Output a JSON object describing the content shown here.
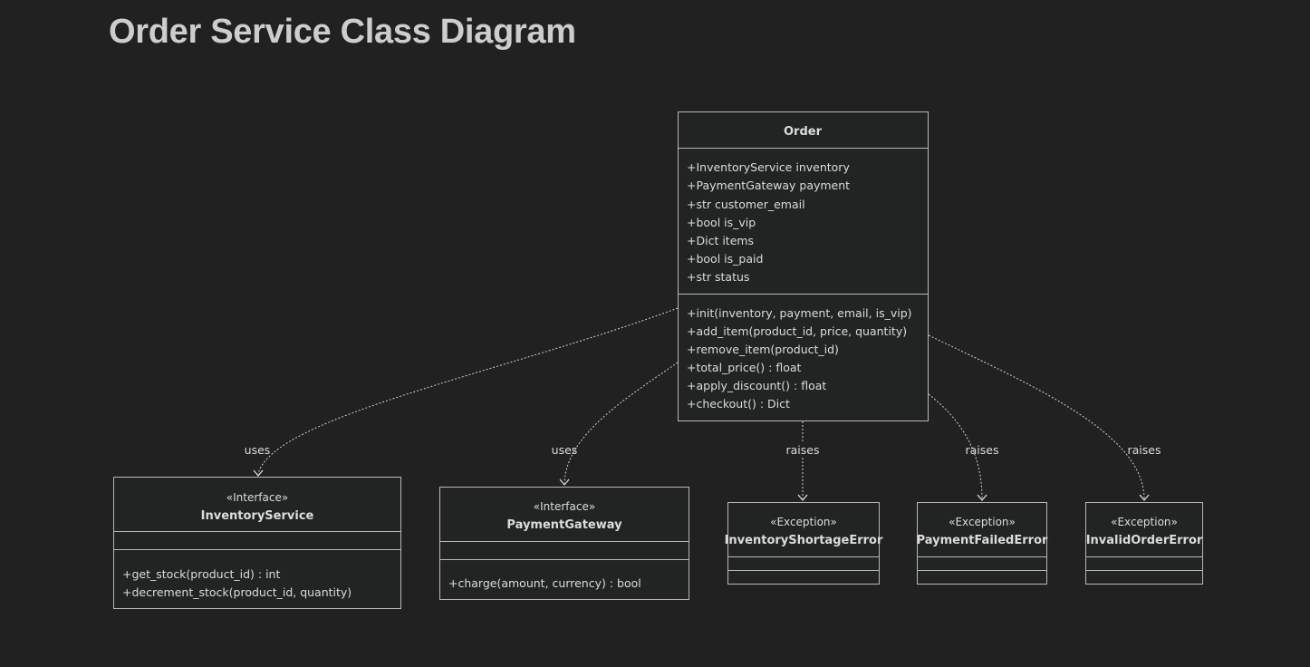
{
  "title": "Order Service Class Diagram",
  "colors": {
    "background": "#212121",
    "box_fill": "#222424",
    "box_stroke": "#b7b7b7",
    "text": "#dcdcdc",
    "title": "#cdcdcd"
  },
  "classes": {
    "order": {
      "name": "Order",
      "attributes": [
        "+InventoryService inventory",
        "+PaymentGateway payment",
        "+str customer_email",
        "+bool is_vip",
        "+Dict items",
        "+bool is_paid",
        "+str status"
      ],
      "methods": [
        "+init(inventory, payment, email, is_vip)",
        "+add_item(product_id, price, quantity)",
        "+remove_item(product_id)",
        "+total_price() : float",
        "+apply_discount() : float",
        "+checkout() : Dict"
      ]
    },
    "inventory_service": {
      "stereotype": "«Interface»",
      "name": "InventoryService",
      "attributes": [],
      "methods": [
        "+get_stock(product_id) : int",
        "+decrement_stock(product_id, quantity)"
      ]
    },
    "payment_gateway": {
      "stereotype": "«Interface»",
      "name": "PaymentGateway",
      "attributes": [],
      "methods": [
        "+charge(amount, currency) : bool"
      ]
    },
    "inventory_shortage_error": {
      "stereotype": "«Exception»",
      "name": "InventoryShortageError",
      "attributes": [],
      "methods": []
    },
    "payment_failed_error": {
      "stereotype": "«Exception»",
      "name": "PaymentFailedError",
      "attributes": [],
      "methods": []
    },
    "invalid_order_error": {
      "stereotype": "«Exception»",
      "name": "InvalidOrderError",
      "attributes": [],
      "methods": []
    }
  },
  "relations": [
    {
      "from": "Order",
      "to": "InventoryService",
      "label": "uses"
    },
    {
      "from": "Order",
      "to": "PaymentGateway",
      "label": "uses"
    },
    {
      "from": "Order",
      "to": "InventoryShortageError",
      "label": "raises"
    },
    {
      "from": "Order",
      "to": "PaymentFailedError",
      "label": "raises"
    },
    {
      "from": "Order",
      "to": "InvalidOrderError",
      "label": "raises"
    }
  ]
}
